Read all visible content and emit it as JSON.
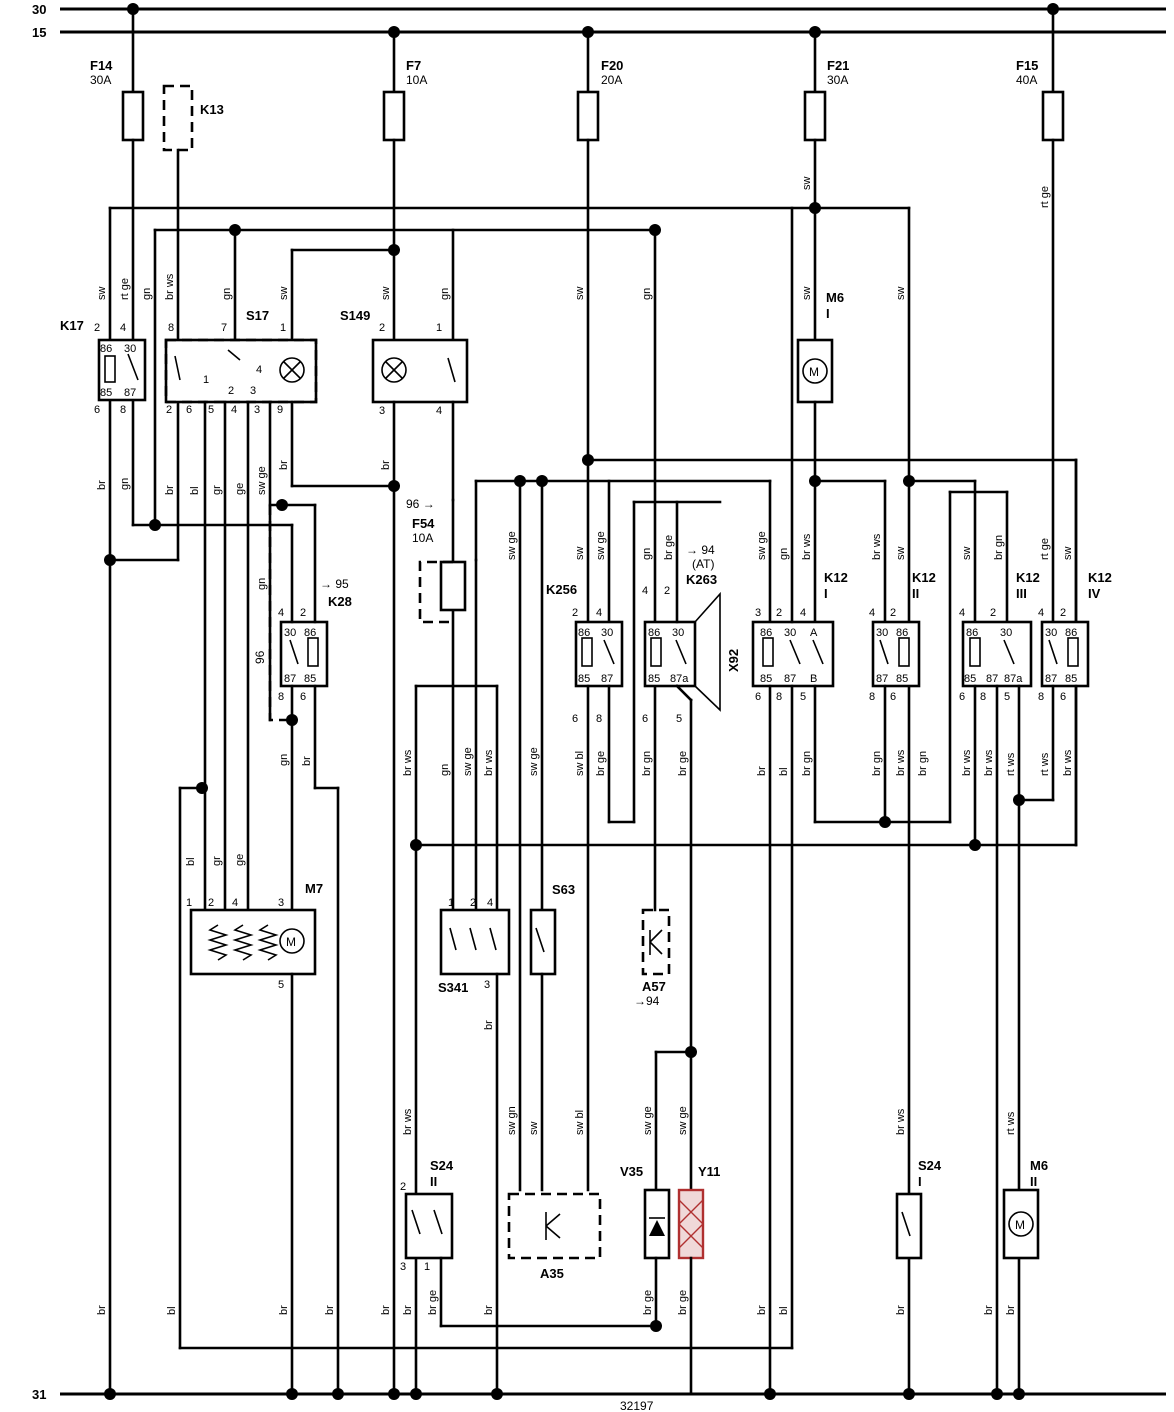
{
  "rails": {
    "r30": "30",
    "r15": "15",
    "r31": "31"
  },
  "drawing_number": "32197",
  "fuses": {
    "f14": {
      "name": "F14",
      "rating": "30A"
    },
    "f7": {
      "name": "F7",
      "rating": "10A"
    },
    "f20": {
      "name": "F20",
      "rating": "20A"
    },
    "f21": {
      "name": "F21",
      "rating": "30A"
    },
    "f15": {
      "name": "F15",
      "rating": "40A"
    },
    "f54": {
      "name": "F54",
      "rating": "10A"
    }
  },
  "components": {
    "k13": "K13",
    "k17": "K17",
    "s17": "S17",
    "s149": "S149",
    "m6_i": "M6",
    "m6_i_sub": "I",
    "k28": "K28",
    "k256": "K256",
    "k263": "K263",
    "k263_note": "(AT)",
    "x92": "X92",
    "k12_i": "K12",
    "k12_i_sub": "I",
    "k12_ii": "K12",
    "k12_ii_sub": "II",
    "k12_iii": "K12",
    "k12_iii_sub": "III",
    "k12_iv": "K12",
    "k12_iv_sub": "IV",
    "m7": "M7",
    "s341": "S341",
    "s63": "S63",
    "a57": "A57",
    "v35": "V35",
    "y11": "Y11",
    "s24_ii": "S24",
    "s24_ii_sub": "II",
    "a35": "A35",
    "s24_i": "S24",
    "s24_i_sub": "I",
    "m6_ii": "M6",
    "m6_ii_sub": "II"
  },
  "references": {
    "k28_ref": "95",
    "f54_ref": "96",
    "k28_dash_ref": "96",
    "k263_ref": "94",
    "a57_ref": "94"
  },
  "pins": {
    "k17": [
      "2",
      "4",
      "86",
      "30",
      "85",
      "87",
      "6",
      "8"
    ],
    "s17_top": [
      "8",
      "7",
      "1"
    ],
    "s17_inner": [
      "1",
      "2",
      "3",
      "4"
    ],
    "s17_bot": [
      "2",
      "6",
      "5",
      "4",
      "3",
      "9"
    ],
    "s149": [
      "2",
      "1",
      "3",
      "4"
    ],
    "k28": [
      "4",
      "2",
      "30",
      "86",
      "87",
      "85",
      "8",
      "6"
    ],
    "k256": [
      "2",
      "4",
      "86",
      "30",
      "85",
      "87",
      "6",
      "8"
    ],
    "k263": [
      "4",
      "2",
      "86",
      "30",
      "85",
      "87a",
      "6",
      "5"
    ],
    "k12_i": [
      "3",
      "2",
      "4",
      "86",
      "30",
      "A",
      "85",
      "87",
      "B",
      "6",
      "8",
      "5"
    ],
    "k12_ii": [
      "4",
      "2",
      "30",
      "86",
      "87",
      "85",
      "8",
      "6"
    ],
    "k12_iii": [
      "4",
      "2",
      "86",
      "30",
      "85",
      "87",
      "87a",
      "6",
      "8",
      "5"
    ],
    "k12_iv": [
      "4",
      "2",
      "30",
      "86",
      "87",
      "85",
      "8",
      "6"
    ],
    "m7": [
      "1",
      "2",
      "4",
      "3",
      "5"
    ],
    "s341": [
      "1",
      "2",
      "4",
      "3"
    ],
    "s24_ii": [
      "2",
      "3",
      "1"
    ]
  },
  "wire_colors": {
    "sw": "sw",
    "rt_ge": "rt ge",
    "gn": "gn",
    "br_ws": "br ws",
    "br": "br",
    "bl": "bl",
    "gr": "gr",
    "ge": "ge",
    "sw_ge": "sw ge",
    "br_ge": "br ge",
    "br_gn": "br gn",
    "sw_bl": "sw bl",
    "sw_gn": "sw gn",
    "rt_ws": "rt ws"
  },
  "colors": {
    "line": "#000000",
    "background": "#ffffff",
    "solenoid_hatch": "#b03030"
  },
  "icons": [
    "relay-icon",
    "lamp-icon",
    "motor-icon",
    "switch-icon",
    "fuse-icon",
    "diode-icon",
    "transistor-icon",
    "solenoid-icon"
  ]
}
